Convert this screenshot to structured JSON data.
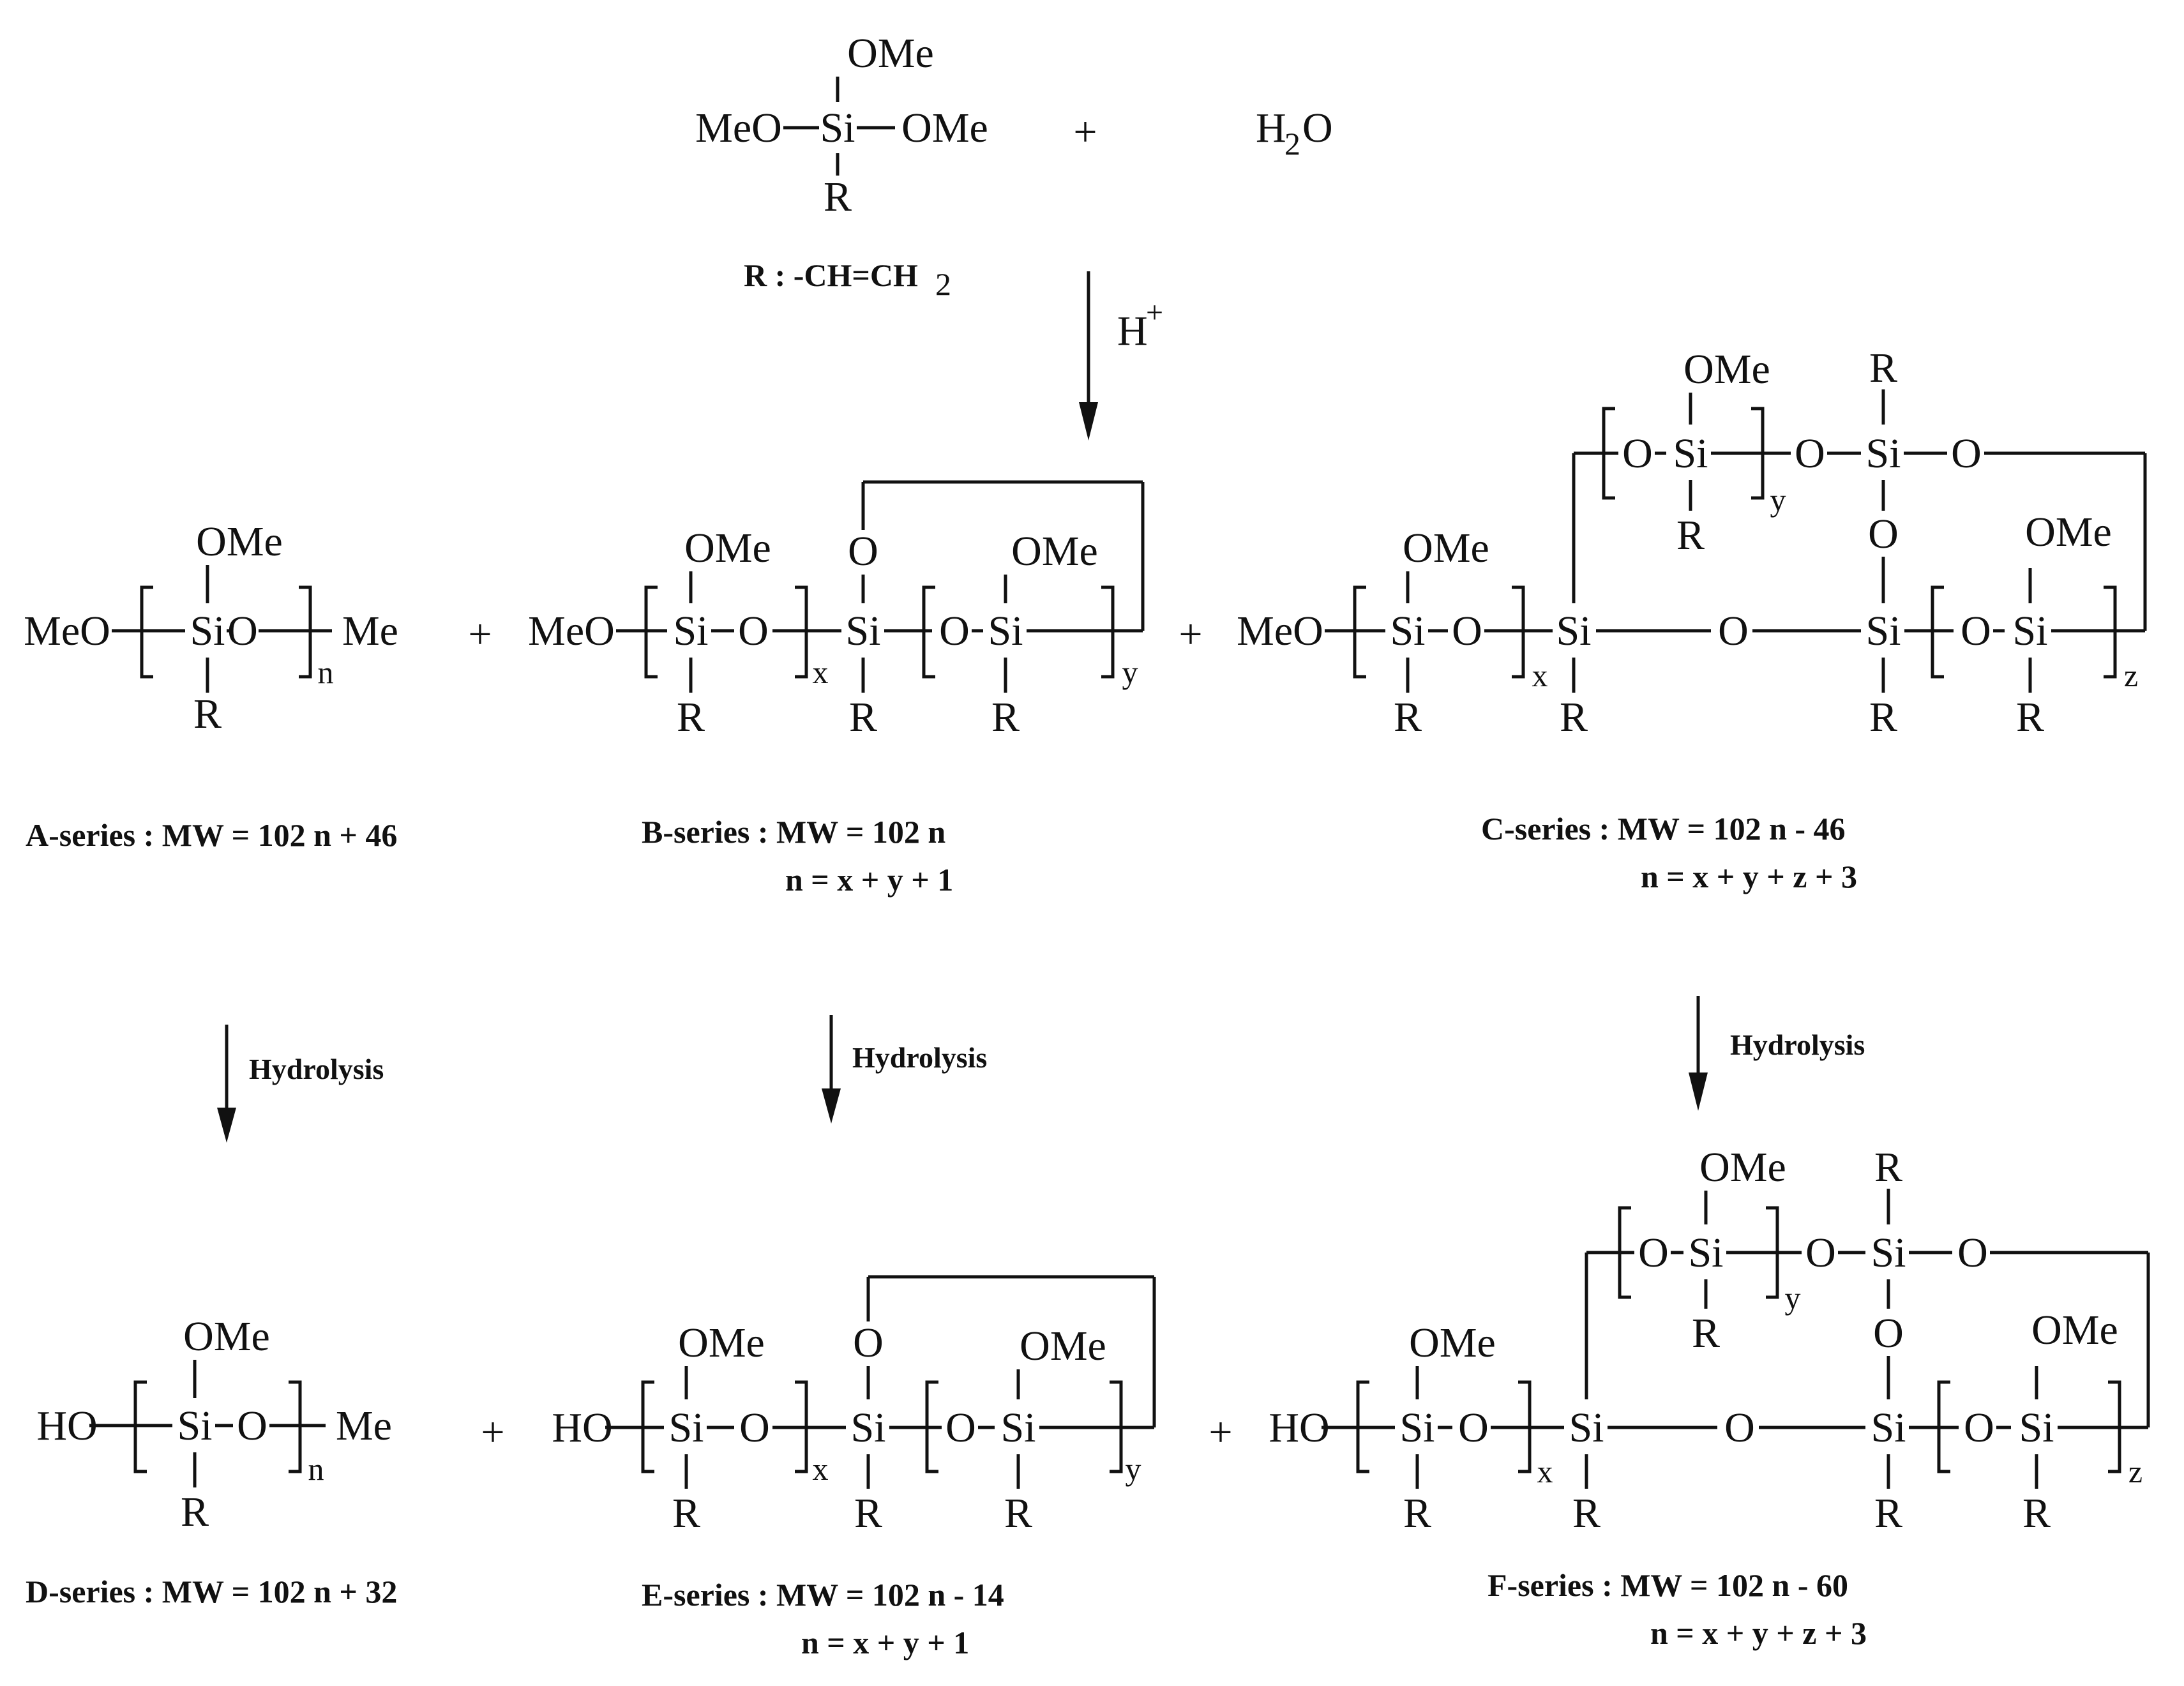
{
  "atoms": {
    "me_o": "MeO",
    "o_me": "OMe",
    "me": "Me",
    "ho": "HO",
    "si": "Si",
    "o": "O",
    "r": "R",
    "h": "H",
    "two": "2",
    "plus": "+"
  },
  "subscripts": {
    "n": "n",
    "x": "x",
    "y": "y",
    "z": "z"
  },
  "reagent": {
    "water": "H",
    "r_def_main": "R : -CH=CH",
    "catalyst": "H",
    "catalyst_charge": "+"
  },
  "hydrolysis": "Hydrolysis",
  "series": {
    "a": "A-series : MW = 102 n + 46",
    "b": "B-series : MW = 102 n",
    "b_n": "n = x + y + 1",
    "c": "C-series : MW = 102 n - 46",
    "c_n": "n = x + y + z + 3",
    "d": "D-series : MW = 102 n + 32",
    "e": "E-series : MW = 102 n - 14",
    "e_n": "n = x + y + 1",
    "f": "F-series : MW = 102 n - 60",
    "f_n": "n = x + y + z + 3"
  }
}
